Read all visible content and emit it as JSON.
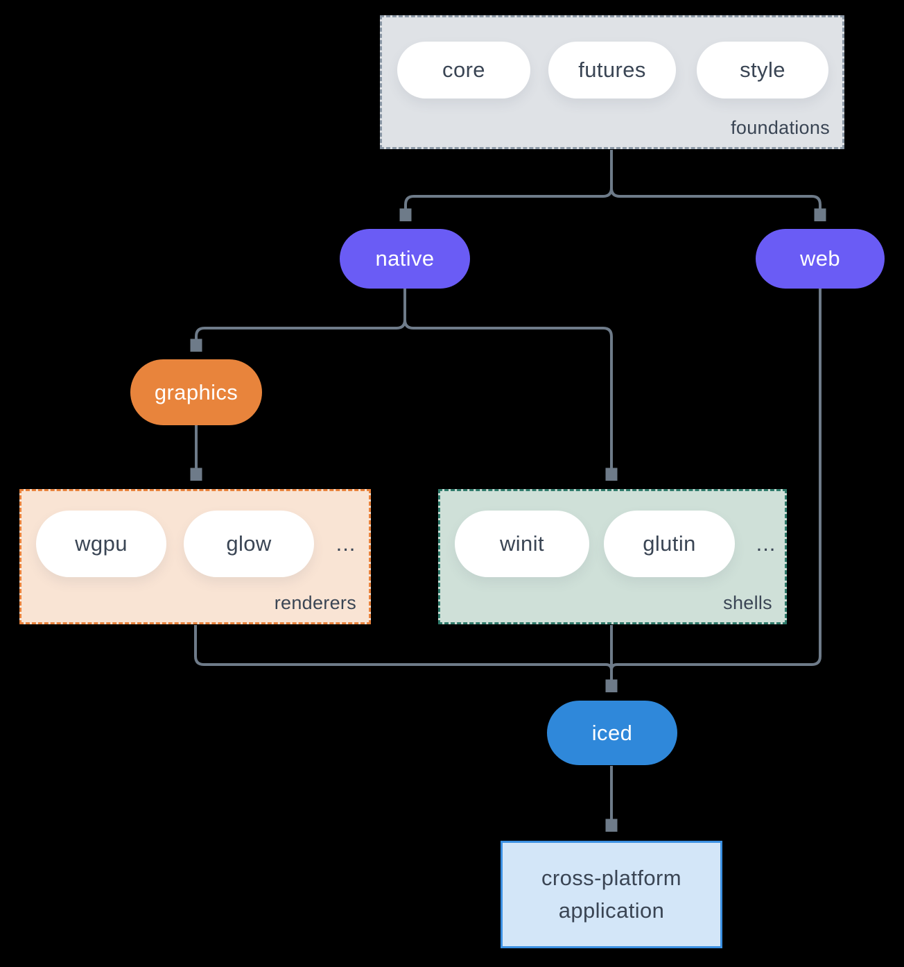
{
  "colors": {
    "background": "#000000",
    "purple": "#6a5cf5",
    "orange": "#e8843c",
    "blue": "#2f88da",
    "foundations_bg": "#dfe2e6",
    "foundations_border": "#8a97a5",
    "renderers_bg": "#f9e4d4",
    "renderers_border": "#e8823c",
    "shells_bg": "#cfe0d8",
    "shells_border": "#2f7a6b",
    "app_bg": "#d3e6f8",
    "app_border": "#3b90e2",
    "wire": "#6e7b89",
    "dark_text": "#3a4554",
    "light_text": "#ffffff"
  },
  "diagram": {
    "foundations": {
      "label": "foundations",
      "pills": [
        "core",
        "futures",
        "style"
      ]
    },
    "native": {
      "label": "native"
    },
    "web": {
      "label": "web"
    },
    "graphics": {
      "label": "graphics"
    },
    "renderers": {
      "label": "renderers",
      "pills": [
        "wgpu",
        "glow"
      ],
      "more": "..."
    },
    "shells": {
      "label": "shells",
      "pills": [
        "winit",
        "glutin"
      ],
      "more": "..."
    },
    "iced": {
      "label": "iced"
    },
    "app": {
      "line1": "cross-platform",
      "line2": "application"
    }
  }
}
